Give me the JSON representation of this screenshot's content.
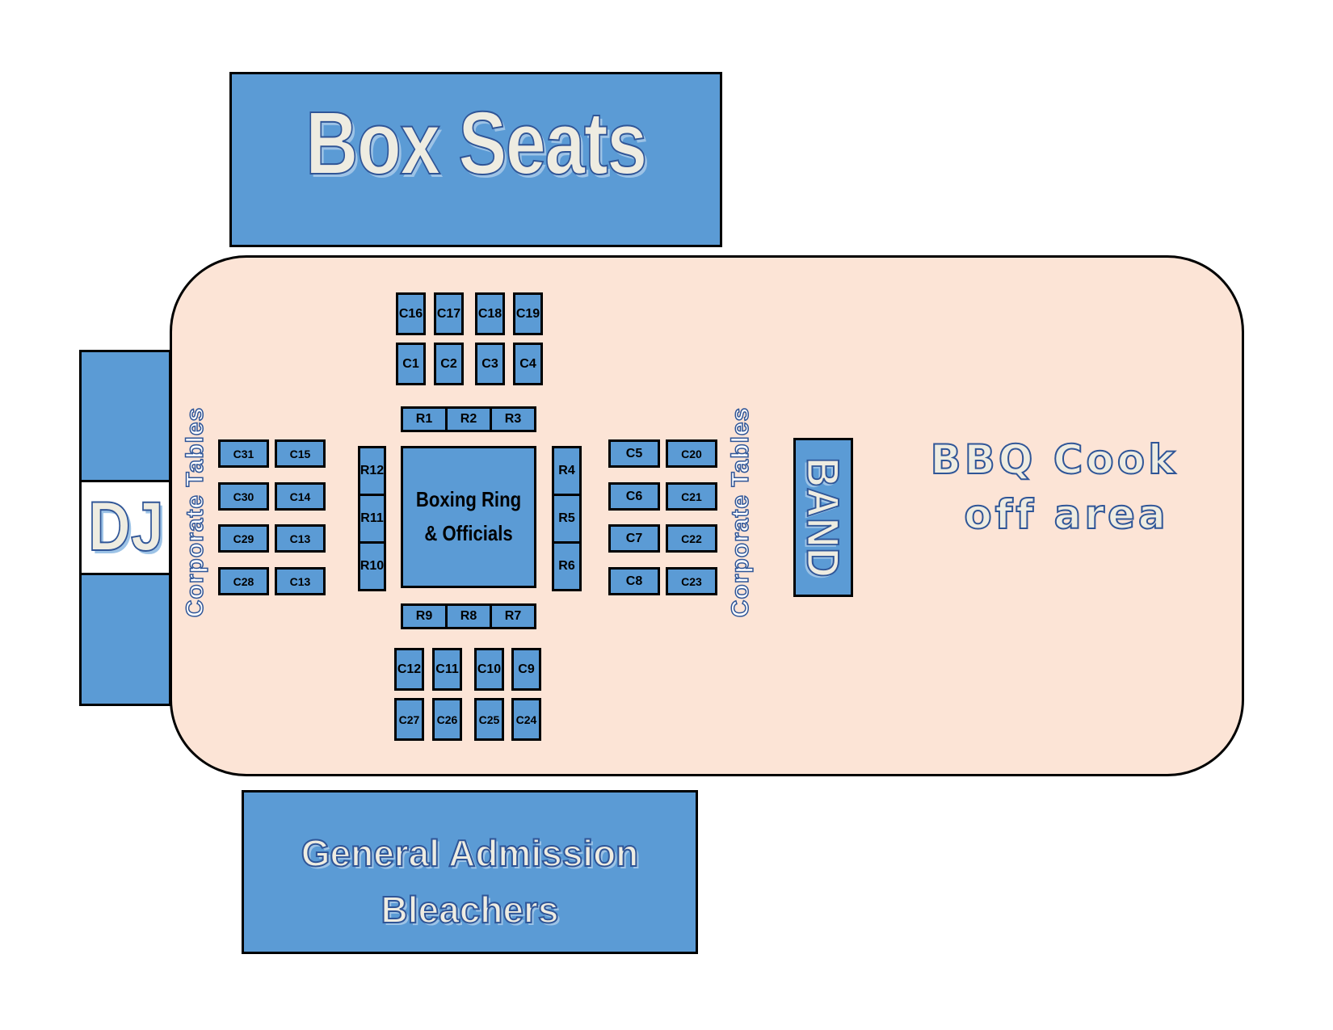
{
  "areas": {
    "box_seats": "Box Seats",
    "general_admission_line1": "General Admission",
    "general_admission_line2": "Bleachers",
    "dj": "DJ",
    "band": "BAND",
    "bbq_line1": "BBQ Cook",
    "bbq_line2": "off area",
    "corporate_left": "Corporate Tables",
    "corporate_right": "Corporate Tables",
    "ring_line1": "Boxing Ring",
    "ring_line2": "& Officials"
  },
  "tables": {
    "top_back": [
      "C16",
      "C17",
      "C18",
      "C19"
    ],
    "top_front": [
      "C1",
      "C2",
      "C3",
      "C4"
    ],
    "ring_top": [
      "R1",
      "R2",
      "R3"
    ],
    "ring_left": [
      "R12",
      "R11",
      "R10"
    ],
    "ring_right": [
      "R4",
      "R5",
      "R6"
    ],
    "ring_bottom": [
      "R9",
      "R8",
      "R7"
    ],
    "left_outer": [
      "C31",
      "C30",
      "C29",
      "C28"
    ],
    "left_inner": [
      "C15",
      "C14",
      "C13",
      "C13"
    ],
    "right_inner": [
      "C5",
      "C6",
      "C7",
      "C8"
    ],
    "right_outer": [
      "C20",
      "C21",
      "C22",
      "C23"
    ],
    "bottom_front": [
      "C12",
      "C11",
      "C10",
      "C9"
    ],
    "bottom_back": [
      "C27",
      "C26",
      "C25",
      "C24"
    ]
  },
  "colors": {
    "block_fill": "#5b9bd5",
    "arena_fill": "#fce4d6",
    "text_outline": "#2f5597"
  }
}
